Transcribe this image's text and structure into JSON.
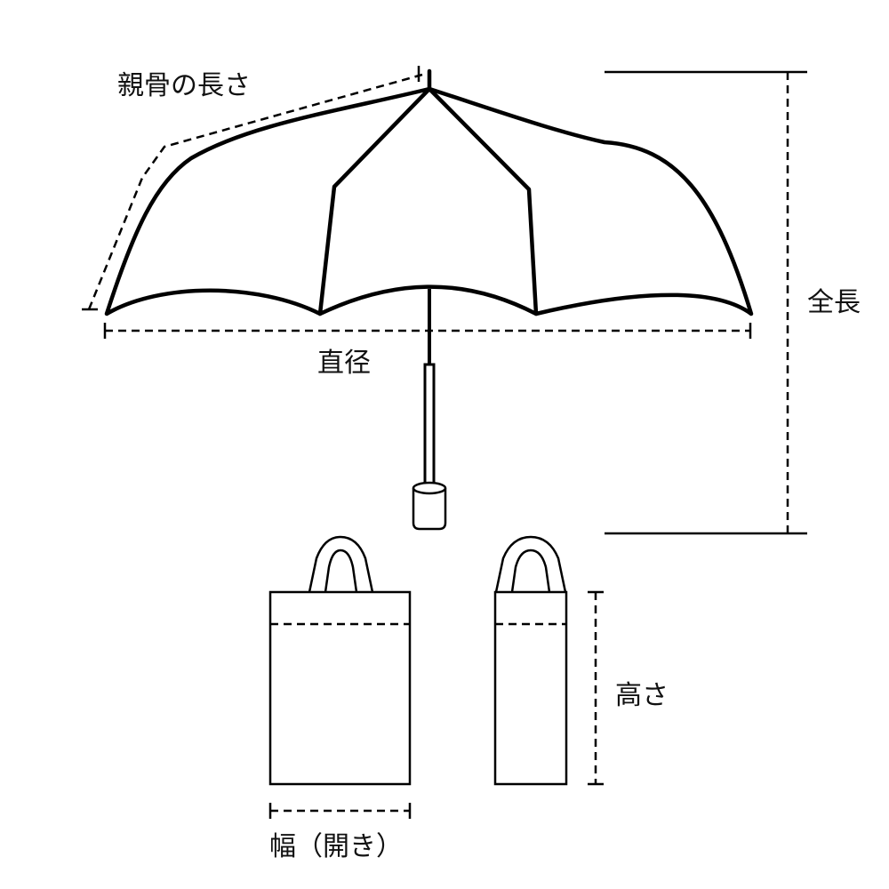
{
  "labels": {
    "rib_length": "親骨の長さ",
    "diameter": "直径",
    "total_length": "全長",
    "height": "高さ",
    "width": "幅（開き）"
  }
}
